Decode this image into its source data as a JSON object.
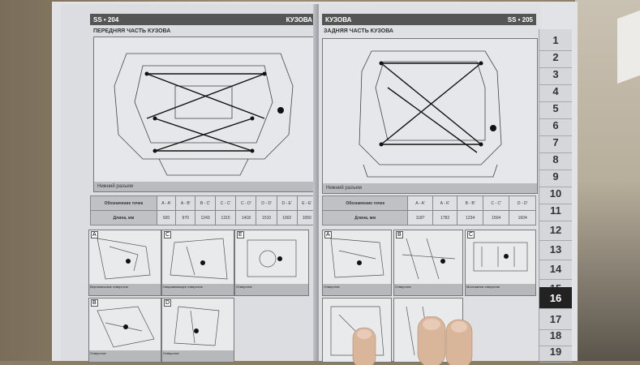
{
  "left_page": {
    "header_code": "SS • 204",
    "header_title": "КУЗОВА",
    "section_title": "ПЕРЕДНЯЯ ЧАСТЬ КУЗОВА",
    "diagram_caption": "Нижний разъем",
    "table": {
      "row1_label": "Обозначение точек",
      "row2_label": "Длина, мм",
      "cols": [
        "A - A'",
        "A - B'",
        "B - C'",
        "C - C'",
        "C - D'",
        "D - D'",
        "D - E'",
        "E - E'"
      ],
      "values": [
        "920",
        "970",
        "1243",
        "1315",
        "1418",
        "1510",
        "1002",
        "1050"
      ]
    },
    "thumbs": [
      {
        "label": "A",
        "caption": "Вертикальные отверстия"
      },
      {
        "label": "C",
        "caption": "Направляющее отверстие"
      },
      {
        "label": "E",
        "caption": "Отверстие"
      },
      {
        "label": "B",
        "caption": "Отверстие"
      },
      {
        "label": "D",
        "caption": "Отверстие"
      }
    ]
  },
  "right_page": {
    "header_code": "SS • 205",
    "header_title": "КУЗОВА",
    "section_title": "ЗАДНЯЯ ЧАСТЬ КУЗОВА",
    "diagram_caption": "Нижний разъем",
    "table": {
      "row1_label": "Обозначение точек",
      "row2_label": "Длина, мм",
      "cols": [
        "A - A'",
        "A - K'",
        "B - B'",
        "C - C'",
        "D - D'"
      ],
      "values": [
        "1187",
        "1782",
        "1234",
        "1504",
        "1604"
      ]
    },
    "thumbs": [
      {
        "label": "A",
        "caption": "Отверстие"
      },
      {
        "label": "B",
        "caption": "Отверстие"
      },
      {
        "label": "C",
        "caption": "Монтажное отверстие"
      }
    ]
  },
  "tabs": [
    "1",
    "2",
    "3",
    "4",
    "5",
    "6",
    "7",
    "8",
    "9",
    "10",
    "11",
    "12",
    "13",
    "14",
    "15",
    "16",
    "17",
    "18",
    "19"
  ],
  "active_tab": "16"
}
